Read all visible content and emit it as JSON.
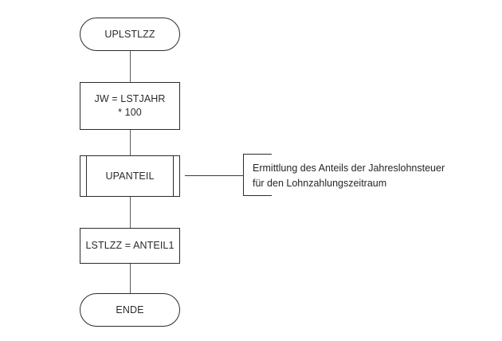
{
  "diagram": {
    "title": "UPLSTLZZ flowchart",
    "colors": {
      "shape_stroke": "#2b2b2b",
      "connector_stroke": "#5a5a5a",
      "text": "#262626",
      "background": "#ffffff"
    },
    "nodes": [
      {
        "id": "start",
        "type": "terminator",
        "label": "UPLSTLZZ"
      },
      {
        "id": "jw-assign",
        "type": "process",
        "label": "JW = LSTJAHR\n* 100"
      },
      {
        "id": "upanteil",
        "type": "predefined-process",
        "label": "UPANTEIL"
      },
      {
        "id": "lstlzz-assign",
        "type": "process",
        "label": "LSTLZZ = ANTEIL1"
      },
      {
        "id": "end",
        "type": "terminator",
        "label": "ENDE"
      }
    ],
    "annotations": [
      {
        "id": "upanteil-note",
        "attached_to": "upanteil",
        "text": "Ermittlung des Anteils der Jahreslohnsteuer\nfür den Lohnzahlungszeitraum"
      }
    ]
  }
}
